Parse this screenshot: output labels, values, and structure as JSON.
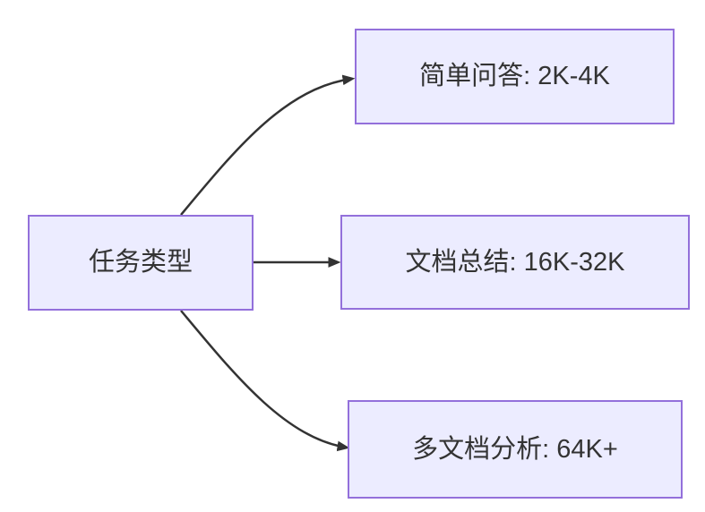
{
  "theme": {
    "background": "#ffffff",
    "node_fill": "#ececff",
    "node_border": "#9370db",
    "edge_color": "#333333",
    "text_color": "#333333"
  },
  "diagram": {
    "type": "flowchart-left-to-right",
    "root": {
      "label": "任务类型"
    },
    "branches": [
      {
        "label": "简单问答: 2K-4K"
      },
      {
        "label": "文档总结: 16K-32K"
      },
      {
        "label": "多文档分析: 64K+"
      }
    ],
    "edges": [
      {
        "from": "任务类型",
        "to": "简单问答: 2K-4K"
      },
      {
        "from": "任务类型",
        "to": "文档总结: 16K-32K"
      },
      {
        "from": "任务类型",
        "to": "多文档分析: 64K+"
      }
    ]
  }
}
